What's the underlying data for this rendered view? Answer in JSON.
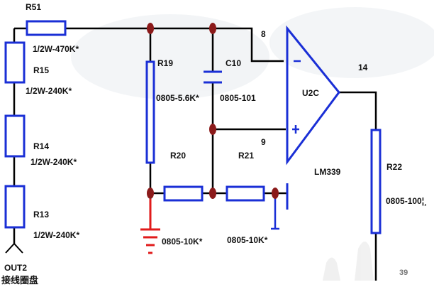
{
  "labels": {
    "r51": "R51",
    "r51_val": "1/2W-470K*",
    "r15": "R15",
    "r15_val": "1/2W-240K*",
    "r14": "R14",
    "r14_val": "1/2W-240K*",
    "r13": "R13",
    "r13_val": "1/2W-240K*",
    "out2": "OUT2",
    "coil": "接线圈盘",
    "r19": "R19",
    "r19_val": "0805-5.6K*",
    "c10": "C10",
    "c10_val": "0805-101",
    "r20": "R20",
    "r20_val": "0805-10K*",
    "r21": "R21",
    "r21_val": "0805-10K*",
    "pin8": "8",
    "pin9": "9",
    "pin14": "14",
    "u2c": "U2C",
    "lm339": "LM339",
    "r22": "R22",
    "r22_val": "0805-100¦¸",
    "minus": "−",
    "plus": "+",
    "corner": "39"
  },
  "colors": {
    "wire": "#000000",
    "component": "#1a2fd6",
    "node": "#8b1a1a",
    "ground": "#e11b1b"
  }
}
